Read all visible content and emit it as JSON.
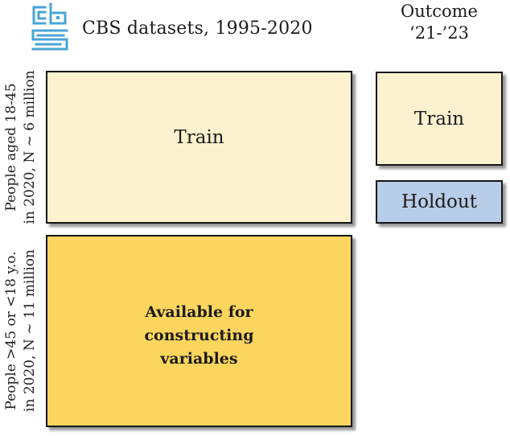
{
  "header": {
    "title": "CBS datasets, 1995-2020",
    "outcome": {
      "line1": "Outcome",
      "line2": "‘21-’23"
    }
  },
  "boxes": {
    "train_main": {
      "label": "Train"
    },
    "train_outcome": {
      "label": "Train"
    },
    "holdout": {
      "label": "Holdout"
    },
    "available": {
      "line1": "Available for",
      "line2": "constructing",
      "line3": "variables"
    }
  },
  "side_labels": {
    "adults": {
      "line1": "People aged 18-45",
      "line2": "in 2020, N ~ 6 million"
    },
    "others": {
      "line1": "People >45 or <18 y.o.",
      "line2": "in 2020, N ~ 11 million"
    }
  },
  "icons": {
    "logo": "cbs-logo"
  },
  "colors": {
    "cream": "#FCF2CF",
    "gold": "#FCD55F",
    "blue": "#B8CDE8",
    "logo_blue": "#4AA4D5"
  }
}
